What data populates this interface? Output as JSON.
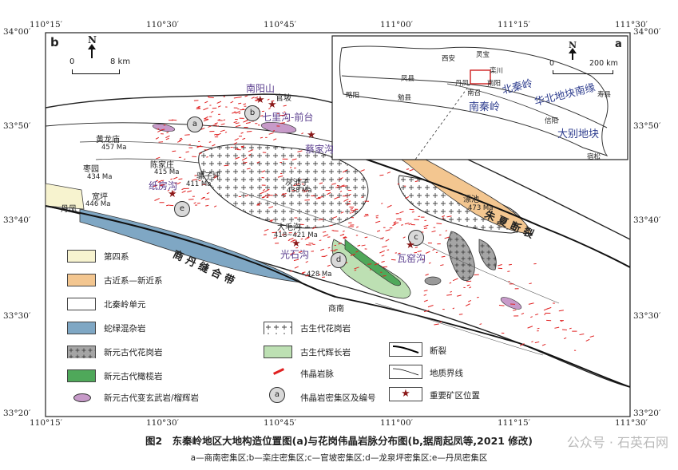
{
  "coords": {
    "top": [
      "110°15′",
      "110°30′",
      "110°45′",
      "111°00′",
      "111°15′",
      "111°30′"
    ],
    "bottom": [
      "110°15′",
      "110°30′",
      "110°45′",
      "111°00′",
      "111°15′",
      "111°30′"
    ],
    "left": [
      "34°00′",
      "33°50′",
      "33°40′",
      "33°30′",
      "33°20′"
    ],
    "right": [
      "34°00′",
      "33°50′",
      "33°40′",
      "33°30′",
      "33°20′"
    ]
  },
  "panel_b": {
    "letter": "b",
    "north": "N",
    "scale_0": "0",
    "scale_end": "8 km",
    "place_names": {
      "nanyangshan": "南阳山",
      "guanpo": "官坡",
      "qilihou": "七里沟-前台",
      "caijiagou": "蔡家沟",
      "huanglongmiao": "黄龙庙",
      "huanglongmiao_age": "457 Ma",
      "chenjiazhuang": "陈家庄",
      "chenjiazhuang_age": "415 Ma",
      "laizipin": "骡子坪",
      "laizipin_age": "411 Ma",
      "caoji": "枣园",
      "caoji_age": "434 Ma",
      "zhimianggou": "纸房沟",
      "kuanping": "宽坪",
      "kuanping_age": "446 Ma",
      "danfeng": "丹凤",
      "huichizi": "灰池子",
      "huichizi_age": "438 Ma",
      "damaogou": "大毛沟",
      "damaogou_age": "418~421 Ma",
      "guangshigou": "光石沟",
      "age_428": "428 Ma",
      "shangnan": "商南",
      "wayaogou": "瓦窑沟",
      "yuanchi": "漂池",
      "yuanchi_age": "473 Ma",
      "zhuxia_fault": "朱 夏 断 裂",
      "shangdan_belt": "商 丹 缝 合 带"
    },
    "cluster_labels": [
      "a",
      "b",
      "c",
      "d",
      "e"
    ]
  },
  "panel_a": {
    "letter": "a",
    "north": "N",
    "scale_0": "0",
    "scale_end": "200 km",
    "cities": [
      "西安",
      "灵宝",
      "栾川",
      "凤县",
      "丹凤",
      "南阳",
      "南召",
      "略阳",
      "勉县",
      "寿县",
      "信阳",
      "宿松"
    ],
    "regions": [
      "北秦岭",
      "华北地块南缘",
      "南秦岭",
      "大别地块"
    ]
  },
  "legend": {
    "items": [
      {
        "label": "第四系",
        "kind": "box",
        "color": "#f7f3cf"
      },
      {
        "label": "古近系—新近系",
        "kind": "box",
        "color": "#f3c690"
      },
      {
        "label": "北秦岭单元",
        "kind": "box",
        "color": "#ffffff"
      },
      {
        "label": "蛇绿混杂岩",
        "kind": "box",
        "color": "#7fa7c4"
      },
      {
        "label": "新元古代花岗岩",
        "kind": "cross",
        "color": "#9a9a9a"
      },
      {
        "label": "新元古代橄榄岩",
        "kind": "box",
        "color": "#4fa85a"
      },
      {
        "label": "新元古代变玄武岩/榴辉岩",
        "kind": "lens",
        "color": "#c79ac9"
      },
      {
        "label": "古生代花岗岩",
        "kind": "cross",
        "color": "#ffffff"
      },
      {
        "label": "古生代辉长岩",
        "kind": "box",
        "color": "#bde0b3"
      },
      {
        "label": "伟晶岩脉",
        "kind": "vein",
        "color": "#e02020"
      },
      {
        "label": "伟晶岩密集区及编号",
        "kind": "circle",
        "color": "#d9d9d9"
      },
      {
        "label": "断裂",
        "kind": "fault",
        "color": "#000000"
      },
      {
        "label": "地质界线",
        "kind": "contact",
        "color": "#000000"
      },
      {
        "label": "重要矿区位置",
        "kind": "star",
        "color": "#8b1a1a"
      }
    ],
    "circle_symbol": "a"
  },
  "caption": {
    "main": "图2　东秦岭地区大地构造位置图(a)与花岗伟晶岩脉分布图(b,据周起凤等,2021 修改)",
    "sub": "a—商南密集区;b—栾庄密集区;c—官坡密集区;d—龙泉坪密集区;e—丹凤密集区",
    "watermark": "公众号 · 石英石网"
  },
  "colors": {
    "quaternary": "#f7f3cf",
    "tertiary": "#f3c690",
    "ophiolite": "#7fa7c4",
    "neoproterozoic_granite": "#9a9a9a",
    "peridotite": "#4fa85a",
    "gabbro": "#bde0b3",
    "basalt": "#c79ac9",
    "vein": "#e02020",
    "star": "#8b1a1a",
    "label_purple": "#5b3f8f",
    "label_blue": "#2f3e8f"
  }
}
